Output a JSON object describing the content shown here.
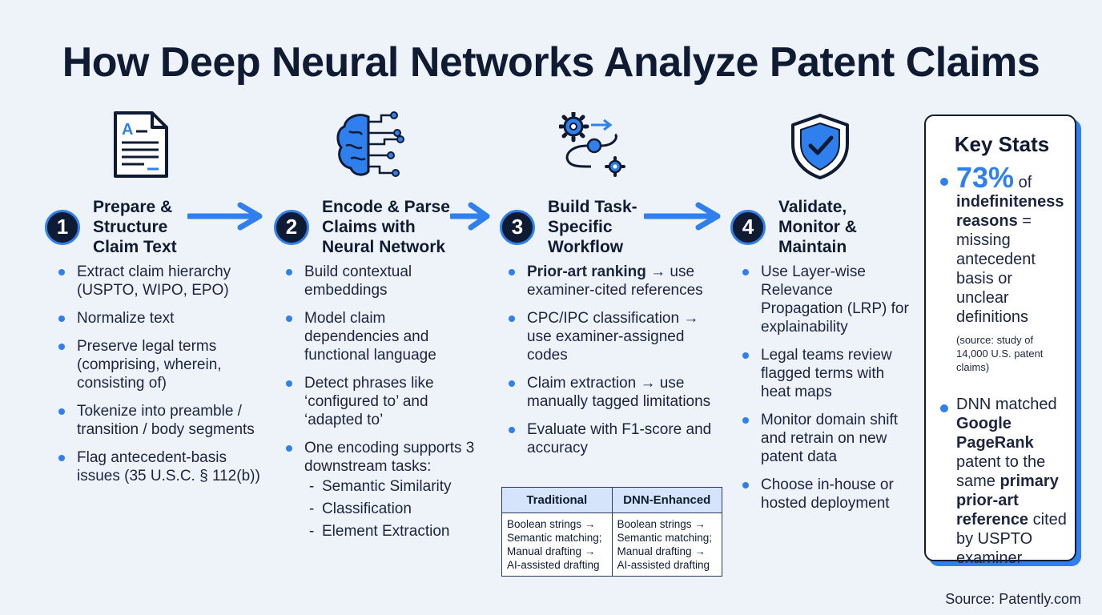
{
  "title": "How Deep Neural Networks Analyze Patent Claims",
  "steps": [
    {
      "number": "1",
      "title": "Prepare &\nStructure\nClaim Text",
      "icon": "document-icon",
      "bullets": [
        "Extract claim hierarchy (USPTO, WIPO, EPO)",
        "Normalize text",
        "Preserve legal terms (comprising, wherein, consisting of)",
        "Tokenize into preamble / transition / body segments",
        "Flag antecedent-basis issues (35 U.S.C. § 112(b))"
      ]
    },
    {
      "number": "2",
      "title": "Encode & Parse\nClaims with\nNeural Network",
      "icon": "neural-brain-icon",
      "bullets": [
        "Build contextual embeddings",
        "Model claim dependencies and functional language",
        "Detect phrases like ‘configured to’ and ‘adapted to’",
        "One encoding supports 3 downstream tasks:"
      ],
      "sub_bullets": [
        "Semantic Similarity",
        "Classification",
        "Element Extraction"
      ]
    },
    {
      "number": "3",
      "title": "Build Task-\nSpecific\nWorkflow",
      "icon": "gear-workflow-icon",
      "bullets": [
        {
          "bold": "Prior-art ranking",
          "rest": " → use examiner-cited references"
        },
        {
          "bold": "",
          "rest": "CPC/IPC classification → use examiner-assigned codes"
        },
        {
          "bold": "",
          "rest": "Claim extraction → use manually tagged limitations"
        },
        {
          "bold": "",
          "rest": "Evaluate with F1-score and accuracy"
        }
      ]
    },
    {
      "number": "4",
      "title": "Validate,\nMonitor &\nMaintain",
      "icon": "shield-check-icon",
      "bullets": [
        "Use Layer-wise Relevance Propagation (LRP) for explainability",
        "Legal teams review flagged terms with heat maps",
        "Monitor domain shift and retrain on new patent data",
        "Choose in-house or hosted deployment"
      ]
    }
  ],
  "comparison": {
    "headers": [
      "Traditional",
      "DNN-Enhanced"
    ],
    "cells": [
      "Boolean strings →\nSemantic matching;\nManual drafting →\nAI-assisted drafting",
      "Boolean strings →\nSemantic matching;\nManual drafting →\nAI-assisted drafting"
    ]
  },
  "key_stats": {
    "title": "Key Stats",
    "stat1": {
      "big": "73%",
      "of": " of",
      "bold": "indefiniteness reasons",
      "rest": " = missing antecedent basis or unclear definitions",
      "source": "(source: study of 14,000 U.S. patent claims)"
    },
    "stat2": {
      "p1": "DNN matched ",
      "b1": "Google PageRank",
      "p2": " patent to the same ",
      "b2": "primary prior-art reference",
      "p3": " cited by USPTO examiner"
    }
  },
  "source": "Source: Patently.com",
  "colors": {
    "accent": "#2f80ed",
    "navy": "#0f1a33",
    "background": "#eef2f9"
  }
}
